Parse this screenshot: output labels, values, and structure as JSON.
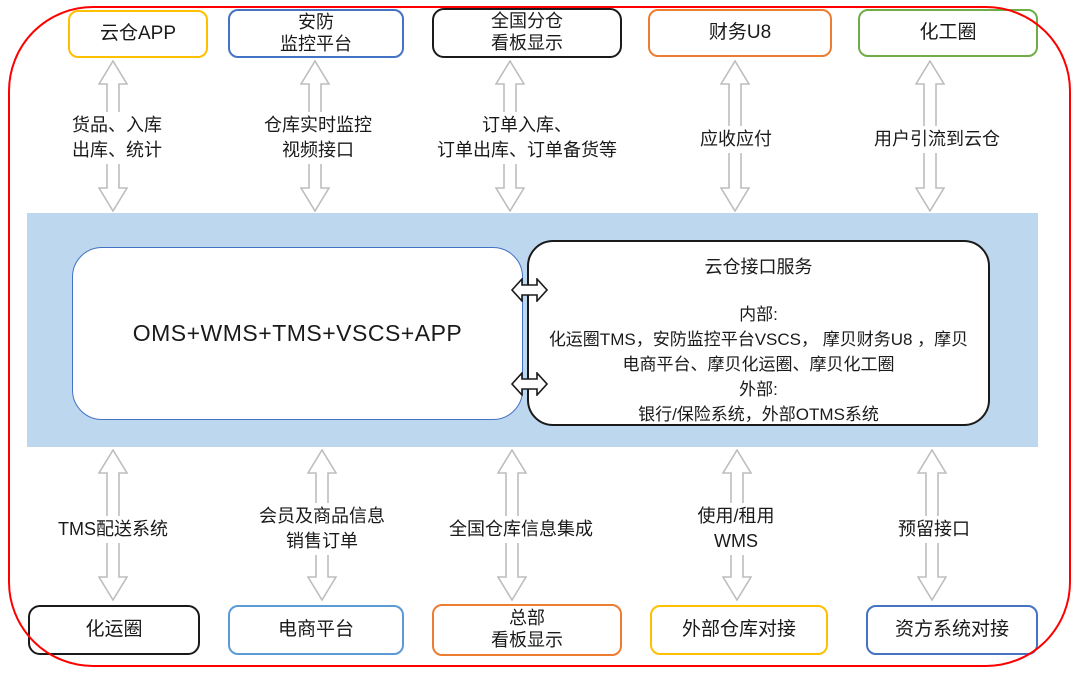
{
  "diagram": {
    "colors": {
      "outer_border": "#fe0000",
      "band_fill": "#bdd7ee",
      "arrow_gray": "#bdbdbd",
      "harrow_black": "#1a1a1a",
      "yellow": "#ffc000",
      "blue": "#4472c4",
      "light_blue": "#5b9bd5",
      "black": "#1a1a1a",
      "orange": "#ed7d31",
      "green": "#70ad47"
    },
    "top_nodes": [
      {
        "label": "云仓APP",
        "border": "#ffc000"
      },
      {
        "label": "安防\n监控平台",
        "border": "#4472c4"
      },
      {
        "label": "全国分仓\n看板显示",
        "border": "#1a1a1a"
      },
      {
        "label": "财务U8",
        "border": "#ed7d31"
      },
      {
        "label": "化工圈",
        "border": "#70ad47"
      }
    ],
    "top_links": [
      "货品、入库\n出库、统计",
      "仓库实时监控\n视频接口",
      "订单入库、\n订单出库、订单备货等",
      "应收应付",
      "用户引流到云仓"
    ],
    "core": {
      "platform": "OMS+WMS+TMS+VSCS+APP",
      "interface_title": "云仓接口服务",
      "interface_lines": [
        "内部:",
        "化运圈TMS，安防监控平台VSCS， 摩贝财务U8 ，摩贝电商平台、摩贝化运圈、摩贝化工圈",
        "外部:",
        "银行/保险系统，外部OTMS系统"
      ]
    },
    "bottom_links": [
      "TMS配送系统",
      "会员及商品信息\n销售订单",
      "全国仓库信息集成",
      "使用/租用\nWMS",
      "预留接口"
    ],
    "bottom_nodes": [
      {
        "label": "化运圈",
        "border": "#1a1a1a"
      },
      {
        "label": "电商平台",
        "border": "#5b9bd5"
      },
      {
        "label": "总部\n看板显示",
        "border": "#ed7d31"
      },
      {
        "label": "外部仓库对接",
        "border": "#ffc000"
      },
      {
        "label": "资方系统对接",
        "border": "#4472c4"
      }
    ]
  }
}
